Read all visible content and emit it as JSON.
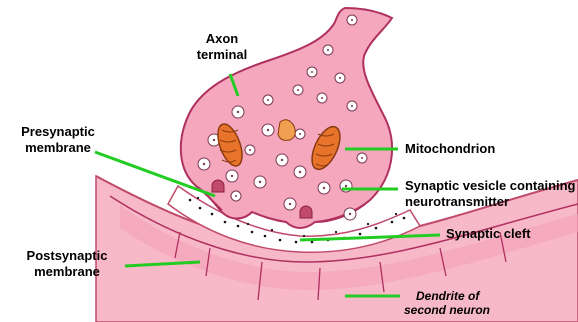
{
  "labels": {
    "axon_terminal": [
      "Axon",
      "terminal"
    ],
    "presynaptic_membrane": [
      "Presynaptic",
      "membrane"
    ],
    "postsynaptic_membrane": [
      "Postsynaptic",
      "membrane"
    ],
    "mitochondrion": "Mitochondrion",
    "synaptic_vesicle": [
      "Synaptic vesicle containing",
      "neurotransmitter"
    ],
    "synaptic_cleft": "Synaptic cleft",
    "dendrite": [
      "Dendrite of",
      "second neuron"
    ]
  },
  "colors": {
    "leader_line": "#22cc22",
    "terminal_fill": "#f4a7bd",
    "terminal_outline": "#b03060",
    "dendrite_fill": "#f7b9c8",
    "mitochondrion_fill": "#e8732a",
    "vesicle_fill": "#ffffff",
    "cleft_fill": "#ffffff"
  }
}
